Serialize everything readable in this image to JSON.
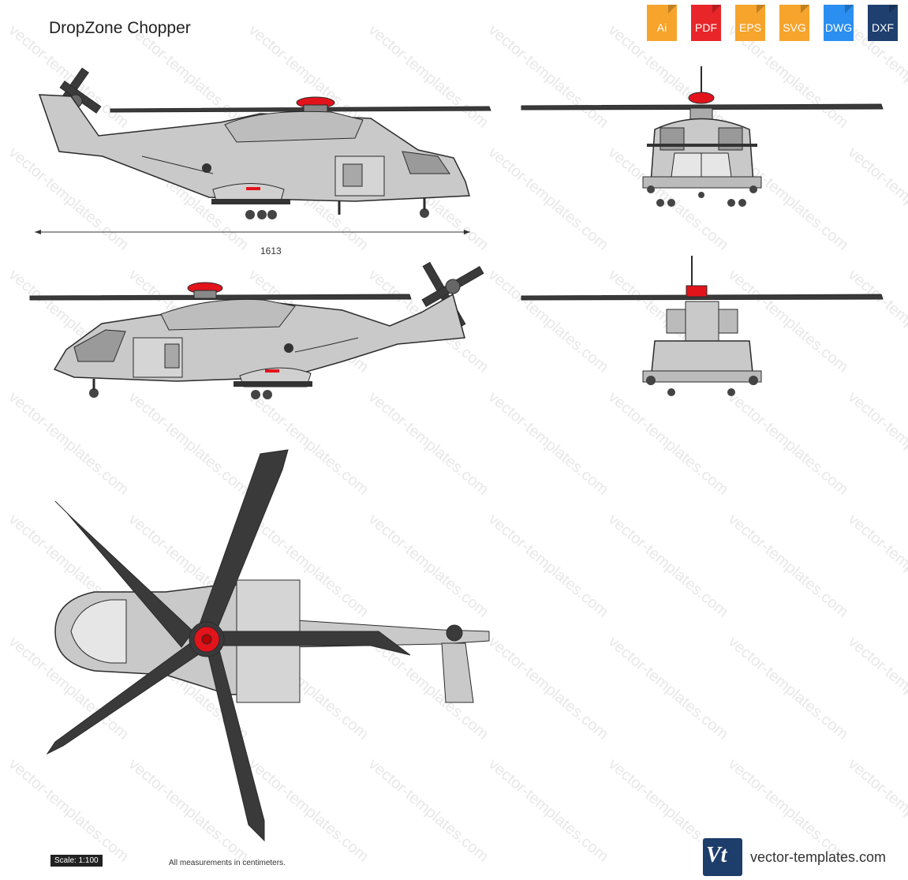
{
  "title": "DropZone Chopper",
  "formats": [
    {
      "label": "Ai",
      "color": "#f6a42c"
    },
    {
      "label": "PDF",
      "color": "#e8262a"
    },
    {
      "label": "EPS",
      "color": "#f6a42c"
    },
    {
      "label": "SVG",
      "color": "#f6a42c"
    },
    {
      "label": "DWG",
      "color": "#2a8ff0"
    },
    {
      "label": "DXF",
      "color": "#1f3f6f"
    }
  ],
  "dimension": {
    "length": "1613"
  },
  "scale": "Scale: 1:100",
  "note": "All measurements in centimeters.",
  "brand": {
    "logo": "Vt",
    "site": "vector-templates.com"
  },
  "watermark": "vector-templates.com",
  "colors": {
    "body": "#c9c9c9",
    "outline": "#2b2b2b",
    "rotor": "#3a3a3a",
    "hub": "#e3131b"
  }
}
